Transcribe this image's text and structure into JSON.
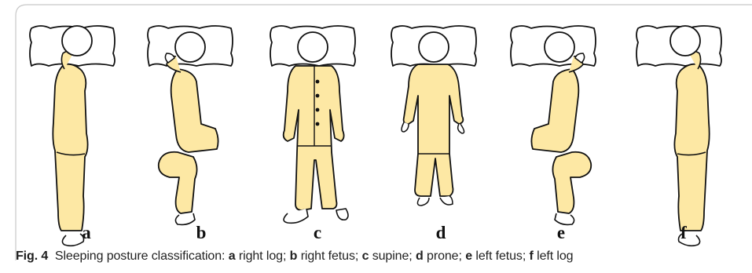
{
  "figure": {
    "panels": [
      {
        "letter": "a",
        "posture": "right log"
      },
      {
        "letter": "b",
        "posture": "right fetus"
      },
      {
        "letter": "c",
        "posture": "supine"
      },
      {
        "letter": "d",
        "posture": "prone"
      },
      {
        "letter": "e",
        "posture": "left fetus"
      },
      {
        "letter": "f",
        "posture": "left log"
      }
    ],
    "caption": {
      "label": "Fig. 4",
      "text": "Sleeping posture classification:"
    },
    "colors": {
      "pajamas": "#fde8a4",
      "outline": "#111111",
      "frame": "#c8c8c8",
      "caption_label": "#1d1d1d"
    }
  }
}
